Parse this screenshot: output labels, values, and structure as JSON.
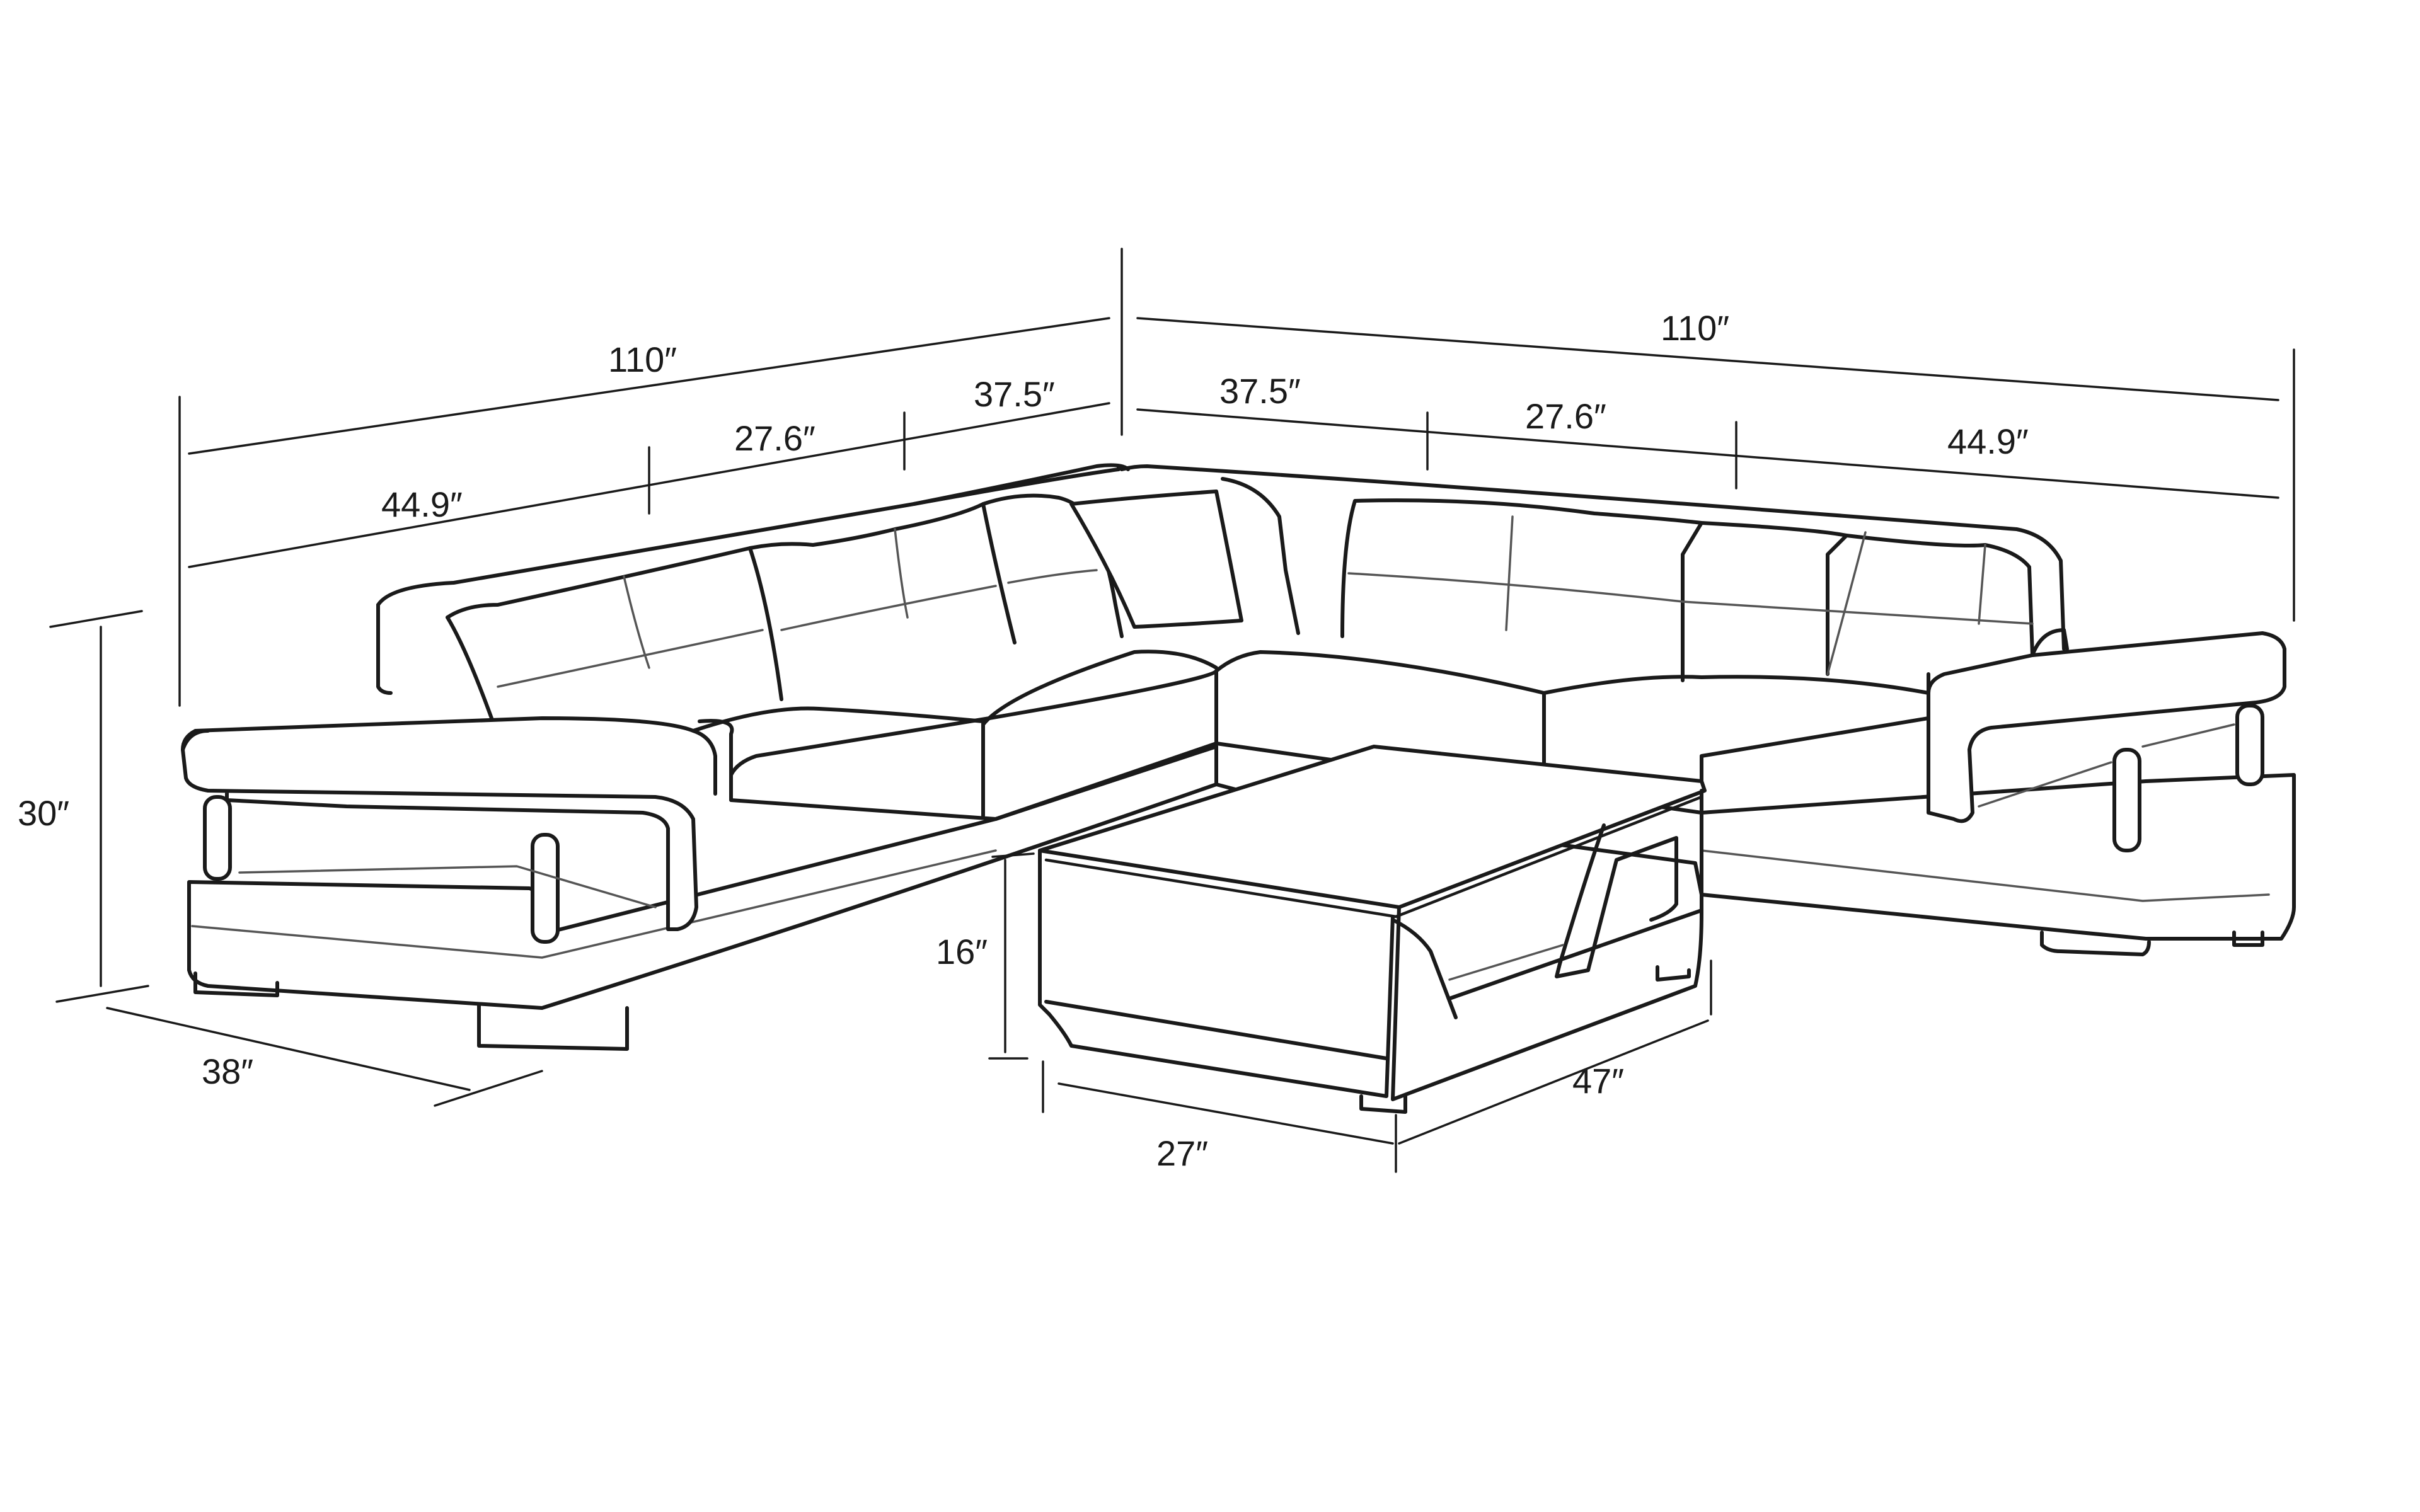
{
  "dimensions": {
    "left_total": "110″",
    "right_total": "110″",
    "left_seg_1": "44.9″",
    "left_seg_2": "27.6″",
    "left_seg_3": "37.5″",
    "right_seg_1": "37.5″",
    "right_seg_2": "27.6″",
    "right_seg_3": "44.9″",
    "sofa_height": "30″",
    "sofa_depth": "38″",
    "table_height": "16″",
    "table_width": "27″",
    "table_length": "47″"
  },
  "colors": {
    "ink": "#1a1a1a",
    "background": "#ffffff"
  }
}
